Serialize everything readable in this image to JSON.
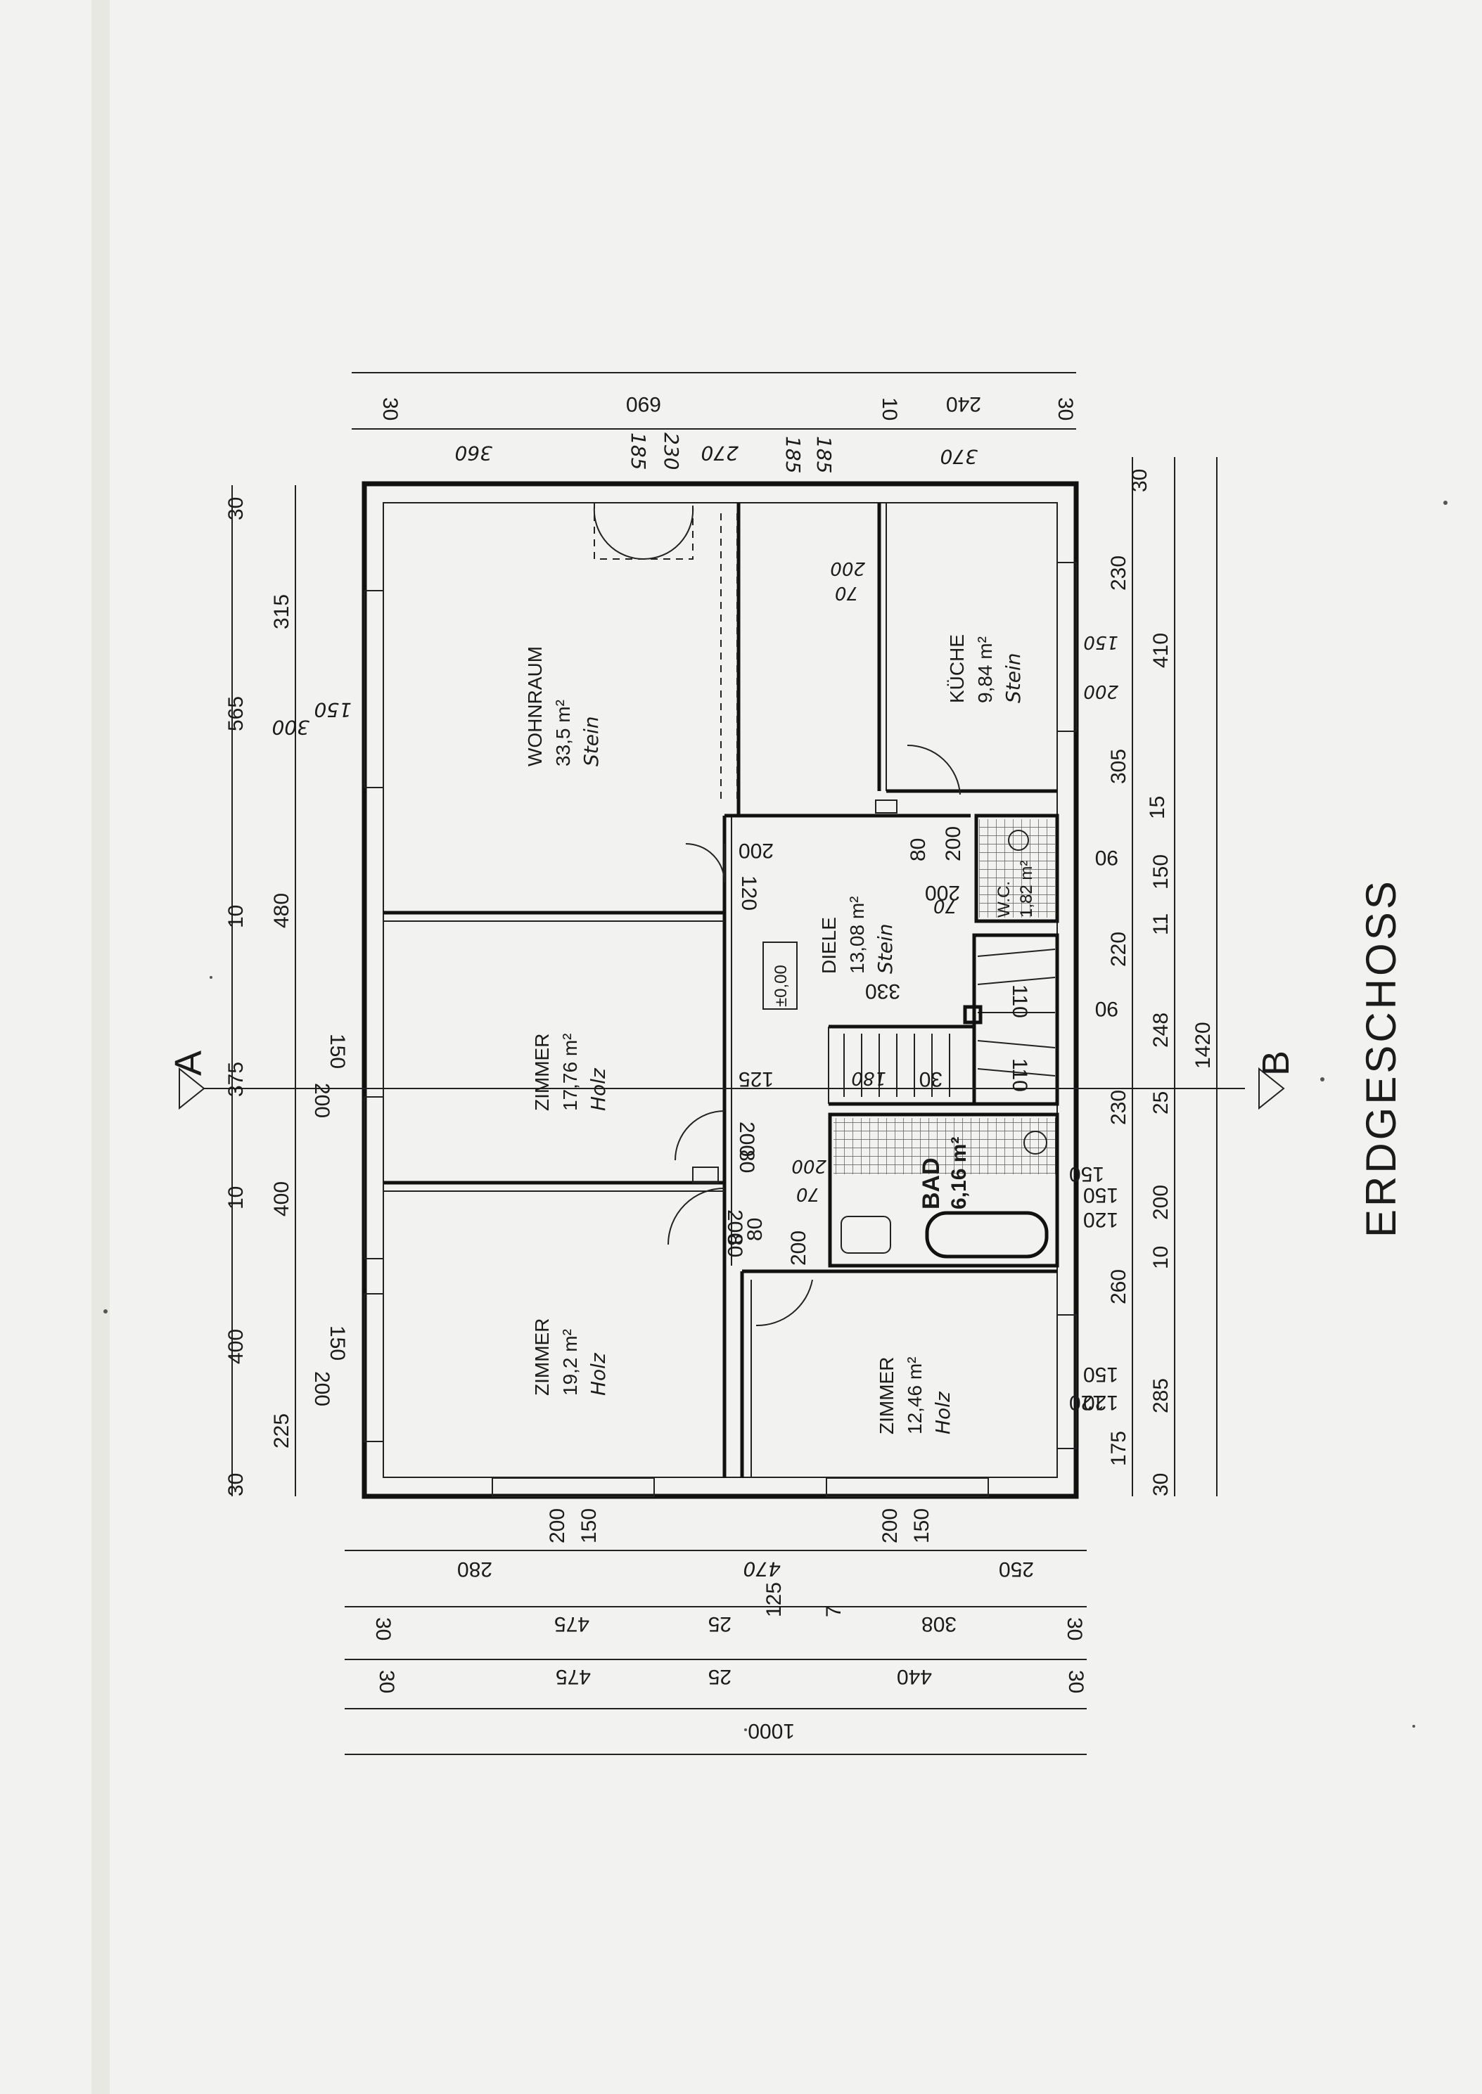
{
  "plan_title": "ERDGESCHOSS",
  "section_markers": {
    "a": "A",
    "b": "B"
  },
  "level_marker": "±0,00",
  "rooms": [
    {
      "id": "wohnraum",
      "name": "WOHNRAUM",
      "area": "33,5 m²",
      "floor": "Stein"
    },
    {
      "id": "kueche",
      "name": "KÜCHE",
      "area": "9,84 m²",
      "floor": "Stein"
    },
    {
      "id": "diele",
      "name": "DIELE",
      "area": "13,08 m²",
      "floor": "Stein"
    },
    {
      "id": "wc",
      "name": "W.C.",
      "area": "1,82 m²",
      "floor": ""
    },
    {
      "id": "bad",
      "name": "BAD",
      "area": "6,16 m²",
      "floor": ""
    },
    {
      "id": "zimmer1",
      "name": "ZIMMER",
      "area": "17,76 m²",
      "floor": "Holz"
    },
    {
      "id": "zimmer2",
      "name": "ZIMMER",
      "area": "19,2 m²",
      "floor": "Holz"
    },
    {
      "id": "zimmer3",
      "name": "ZIMMER",
      "area": "12,46 m²",
      "floor": "Holz"
    }
  ],
  "dimensions": {
    "top_row1": [
      "30",
      "690",
      "10",
      "240",
      "30"
    ],
    "top_row2": [
      "360",
      "185",
      "230",
      "270",
      "185",
      "185",
      "370"
    ],
    "left_outer": [
      "30",
      "565",
      "10",
      "375",
      "10",
      "400",
      "30"
    ],
    "left_inner": [
      "315",
      "480",
      "400",
      "225"
    ],
    "left_openings": [
      "300",
      "150",
      "200",
      "150",
      "200",
      "150"
    ],
    "right_inner": [
      "30",
      "230",
      "410",
      "305",
      "15",
      "150",
      "11",
      "220",
      "248",
      "25",
      "230",
      "150",
      "200",
      "10",
      "260",
      "120",
      "285",
      "175",
      "30"
    ],
    "right_outer": "1420",
    "bottom_row1": [
      "200",
      "150",
      "200",
      "150"
    ],
    "bottom_row2": [
      "280",
      "470",
      "250"
    ],
    "bottom_row3": [
      "30",
      "475",
      "25",
      "125",
      "7",
      "308",
      "30"
    ],
    "bottom_row4": [
      "30",
      "475",
      "25",
      "440",
      "30"
    ],
    "bottom_total": "1000",
    "interior": [
      "200",
      "70",
      "200",
      "150",
      "80",
      "200",
      "200",
      "70",
      "120",
      "200",
      "90",
      "330",
      "110",
      "90",
      "125",
      "180",
      "30",
      "110",
      "200",
      "80",
      "200",
      "70",
      "200",
      "80",
      "80",
      "200",
      "150",
      "120",
      "150",
      "120"
    ]
  }
}
